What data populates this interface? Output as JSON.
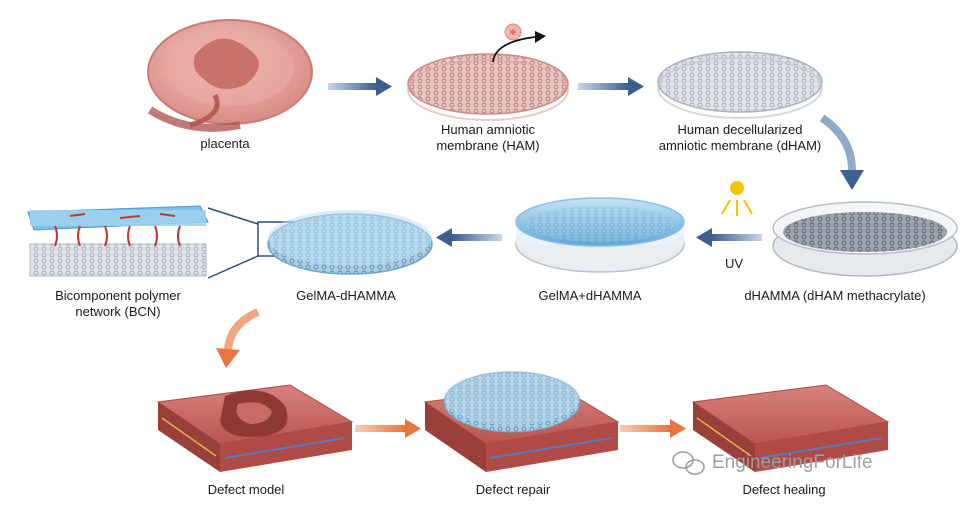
{
  "labels": {
    "placenta": "placenta",
    "ham_1": "Human amniotic",
    "ham_2": "membrane (HAM)",
    "dham_1": "Human decellularized",
    "dham_2": "amniotic membrane (dHAM)",
    "dhamma": "dHAMMA (dHAM methacrylate)",
    "uv": "UV",
    "gelma_plus": "GelMA+dHAMMA",
    "gelma_dhamma": "GelMA-dHAMMA",
    "bcn_1": "Bicomponent polymer",
    "bcn_2": "network (BCN)",
    "defect_model": "Defect model",
    "defect_repair": "Defect repair",
    "defect_healing": "Defect healing"
  },
  "watermark": "EngineeringForLife",
  "colors": {
    "arrow_blue": "#3b5f8f",
    "arrow_orange": "#e8753f",
    "tissue": "#c96a6a",
    "membrane_blue": "#8fc6e8",
    "sun": "#f5c400"
  }
}
